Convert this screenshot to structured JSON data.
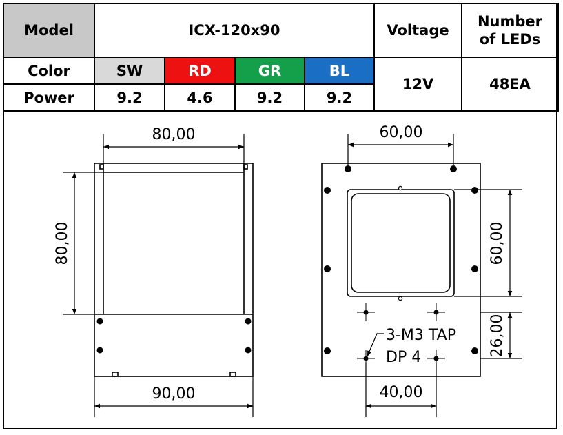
{
  "table": {
    "model_label": "Model",
    "model_value": "ICX-120x90",
    "voltage_label": "Voltage",
    "leds_label_line1": "Number",
    "leds_label_line2": "of LEDs",
    "color_label": "Color",
    "power_label": "Power",
    "colors": [
      {
        "code": "SW",
        "power": "9.2",
        "bg": "#d9d9d9"
      },
      {
        "code": "RD",
        "power": "4.6",
        "bg": "#ee1111"
      },
      {
        "code": "GR",
        "power": "9.2",
        "bg": "#14a04a"
      },
      {
        "code": "BL",
        "power": "9.2",
        "bg": "#1a6fc4"
      }
    ],
    "voltage_value": "12V",
    "leds_value": "48EA"
  },
  "drawing": {
    "side_view": {
      "top_dim": "80,00",
      "left_dim": "80,00",
      "bottom_dim": "90,00"
    },
    "front_view": {
      "top_dim": "60,00",
      "right_dim_upper": "60,00",
      "right_dim_lower": "26,00",
      "bottom_dim": "40,00",
      "tap_note_line1": "3-M3 TAP",
      "tap_note_line2": "DP 4"
    }
  }
}
